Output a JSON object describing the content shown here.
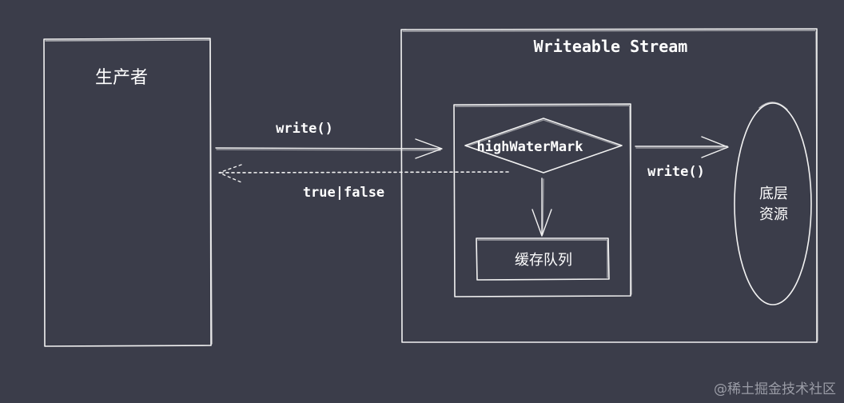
{
  "producer": {
    "label": "生产者"
  },
  "stream": {
    "title": "Writeable Stream"
  },
  "diamond": {
    "label": "highWaterMark"
  },
  "queue": {
    "label": "缓存队列"
  },
  "resource": {
    "line1": "底层",
    "line2": "资源"
  },
  "arrows": {
    "write_in": "write()",
    "return_value": "true|false",
    "write_out": "write()"
  },
  "watermark": "@稀土掘金技术社区"
}
